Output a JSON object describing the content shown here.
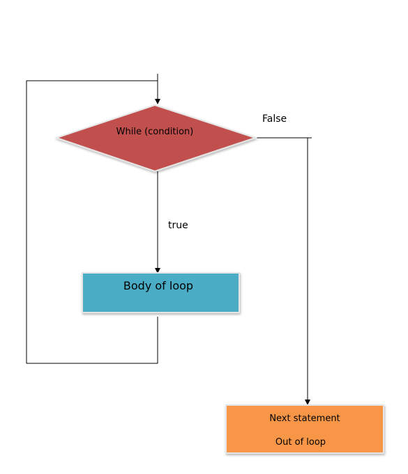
{
  "nodes": {
    "condition": {
      "label": "While (condition)",
      "color": "#C0504D"
    },
    "body": {
      "label": "Body of loop",
      "color": "#4BACC6"
    },
    "next": {
      "line1": "Next statement",
      "line2": "Out of loop",
      "color": "#F79646"
    }
  },
  "edges": {
    "true_label": "true",
    "false_label": "False"
  }
}
